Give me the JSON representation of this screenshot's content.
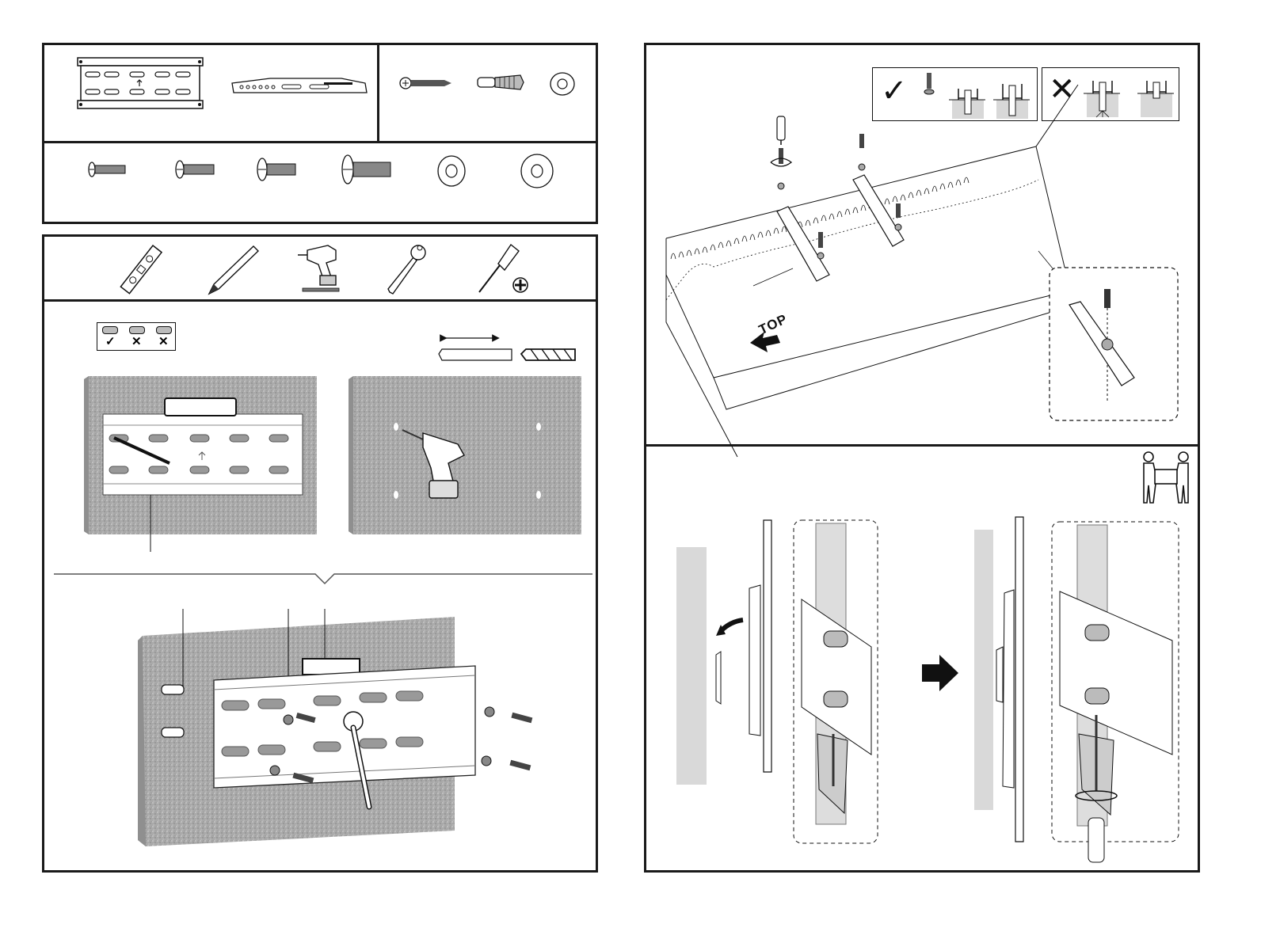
{
  "document": {
    "type": "TV wall mount installation instructions",
    "left_column": {
      "parts_panel": {
        "row1_left": [
          {
            "icon": "wall-plate-icon",
            "label": "Wall plate"
          },
          {
            "icon": "tv-bracket-arm-icon",
            "label": "TV bracket arm"
          }
        ],
        "row1_right": [
          {
            "icon": "wood-screw-icon",
            "label": "Lag bolt"
          },
          {
            "icon": "wall-anchor-icon",
            "label": "Wall anchor"
          },
          {
            "icon": "washer-icon",
            "label": "Washer"
          }
        ],
        "row2": [
          {
            "icon": "machine-screw-small-icon",
            "label": "Machine screw S"
          },
          {
            "icon": "machine-screw-medium-icon",
            "label": "Machine screw M"
          },
          {
            "icon": "machine-screw-large-icon",
            "label": "Machine screw L"
          },
          {
            "icon": "machine-screw-xlarge-icon",
            "label": "Machine screw XL"
          },
          {
            "icon": "washer-small-icon",
            "label": "Spacer washer S"
          },
          {
            "icon": "washer-large-icon",
            "label": "Spacer washer L"
          }
        ]
      },
      "tools_panel": {
        "tools": [
          {
            "icon": "spirit-level-icon",
            "label": "Spirit level"
          },
          {
            "icon": "pencil-icon",
            "label": "Pencil"
          },
          {
            "icon": "power-drill-icon",
            "label": "Drill with bit"
          },
          {
            "icon": "socket-wrench-icon",
            "label": "Socket wrench"
          },
          {
            "icon": "phillips-screwdriver-icon",
            "label": "Phillips screwdriver"
          }
        ]
      },
      "step_wall_mount": {
        "level_check": [
          {
            "state": "level",
            "mark": "✓"
          },
          {
            "state": "tilted",
            "mark": "✕"
          },
          {
            "state": "tilted",
            "mark": "✕"
          }
        ],
        "drill_depth_hint": "drill-depth-arrow"
      }
    },
    "right_column": {
      "step_tv_brackets": {
        "correct_mark": "✓",
        "wrong_mark": "✕",
        "top_label": "TOP"
      },
      "step_hang_tv": {
        "two_person_icon": "two-person-lift-icon",
        "next_arrow": "right-arrow-icon"
      }
    }
  }
}
